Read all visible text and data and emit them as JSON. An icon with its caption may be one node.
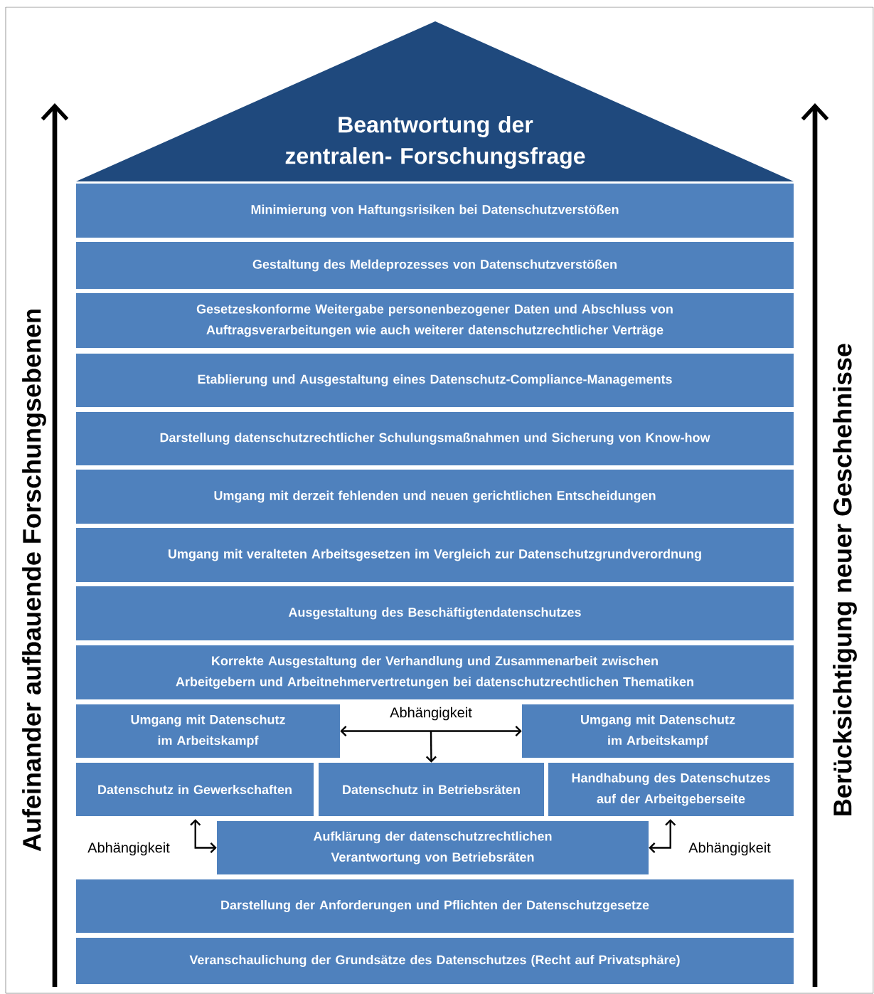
{
  "diagram": {
    "nodes": [
      {
        "text": [
          "Beantwortung der zentralen- Forschungsfrage"
        ]
      },
      {
        "text": [
          "Minimierung von Haftungsrisiken bei Datenschutzverstößen"
        ]
      },
      {
        "text": [
          "Gestaltung des Meldeprozesses von Datenschutzverstößen"
        ]
      },
      {
        "text": [
          "Gesetzeskonforme Weitergabe personenbezogener Daten und Abschluss von Auftragsverarbeitungen wie auch weiterer datenschutzrechtlicher Verträge"
        ]
      },
      {
        "text": [
          "Etablierung und Ausgestaltung eines Datenschutz-Compliance-Managements"
        ]
      },
      {
        "text": [
          "Darstellung datenschutzrechtlicher Schulungsmaßnahmen und Sicherung von Know-how"
        ]
      },
      {
        "text": [
          "Umgang mit derzeit fehlenden und neuen gerichtlichen Entscheidungen"
        ]
      },
      {
        "text": [
          "Umgang mit veralteten Arbeitsgesetzen im Vergleich zur Datenschutzgrundverordnung"
        ]
      },
      {
        "text": [
          "Ausgestaltung des Beschäftigtendatenschutzes"
        ]
      },
      {
        "text": [
          "Korrekte Ausgestaltung der Verhandlung und Zusammenarbeit zwischen Arbeitgebern und Arbeitnehmervertretungen bei datenschutzrechtlichen Thematiken"
        ]
      },
      {
        "text": [
          "Umgang mit Datenschutz im Arbeitskampf"
        ]
      },
      {
        "text": [
          "Umgang mit Datenschutz im Arbeitskampf"
        ]
      },
      {
        "text": [
          "Datenschutz in Gewerkschaften"
        ]
      },
      {
        "text": [
          "Datenschutz in Betriebsräten"
        ]
      },
      {
        "text": [
          "Handhabung des Datenschutzes auf der Arbeitgeberseite"
        ]
      },
      {
        "text": [
          "Aufklärung der datenschutzrechtlichen Verantwortung von Betriebsräten"
        ]
      },
      {
        "text": [
          "Darstellung der Anforderungen und Pflichten der Datenschutzgesetze"
        ]
      },
      {
        "text": [
          "Veranschaulichung der Grundsätze des Datenschutzes (Recht auf Privatsphäre)"
        ]
      }
    ],
    "edges": [
      {
        "from": 10,
        "to": 11,
        "arrow": "both",
        "label": "Abhängigkeit"
      },
      {
        "from": null,
        "to": 13,
        "arrow": "to"
      },
      {
        "from": 12,
        "to": 15,
        "arrow": "both",
        "label": "Abhängigkeit"
      },
      {
        "from": 14,
        "to": 15,
        "arrow": "both",
        "label": "Abhängigkeit"
      }
    ],
    "labels": [
      "Aufeinander aufbauende Forschungsebenen",
      "Berücksichtigung neuer Geschehnisse"
    ]
  }
}
